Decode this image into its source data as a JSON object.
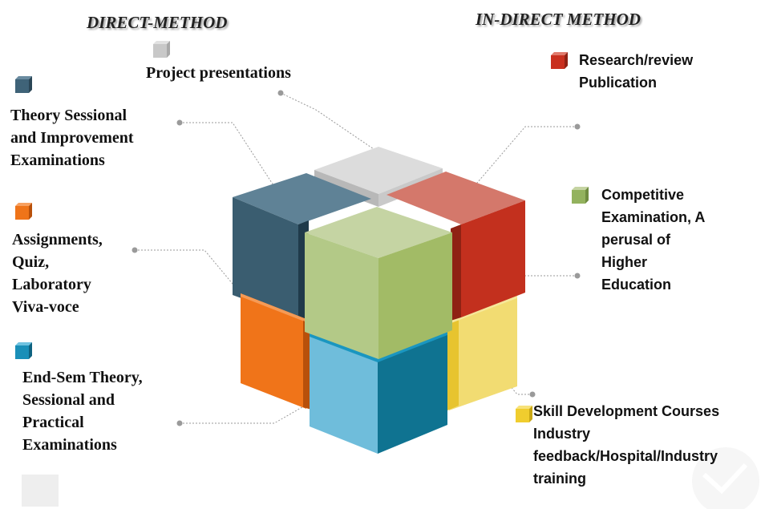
{
  "headings": {
    "direct": "DIRECT-METHOD",
    "indirect": "IN-DIRECT METHOD"
  },
  "items": {
    "project": {
      "lines": [
        "Project presentations"
      ],
      "color": "#c8c8c8",
      "icon": "cube-icon-grey"
    },
    "theory": {
      "lines": [
        "Theory Sessional",
        "and Improvement",
        "Examinations"
      ],
      "color": "#3f6378",
      "icon": "cube-icon-slate"
    },
    "assignments": {
      "lines": [
        "Assignments,",
        "Quiz,",
        "Laboratory",
        "Viva-voce"
      ],
      "color": "#ef7419",
      "icon": "cube-icon-orange"
    },
    "endsem": {
      "lines": [
        "End-Sem Theory,",
        "Sessional and",
        "Practical",
        "Examinations"
      ],
      "color": "#1a8fb8",
      "icon": "cube-icon-blue"
    },
    "research": {
      "lines": [
        "Research/review",
        "Publication"
      ],
      "color": "#c9301f",
      "icon": "cube-icon-red"
    },
    "competitive": {
      "lines": [
        "Competitive",
        "Examination, A",
        "perusal of",
        "Higher",
        "Education"
      ],
      "color": "#93b25e",
      "icon": "cube-icon-green"
    },
    "skill": {
      "lines": [
        "Skill Development Courses",
        "Industry",
        "feedback/Hospital/Industry",
        "training"
      ],
      "color": "#f0cd2e",
      "icon": "cube-icon-yellow"
    }
  }
}
